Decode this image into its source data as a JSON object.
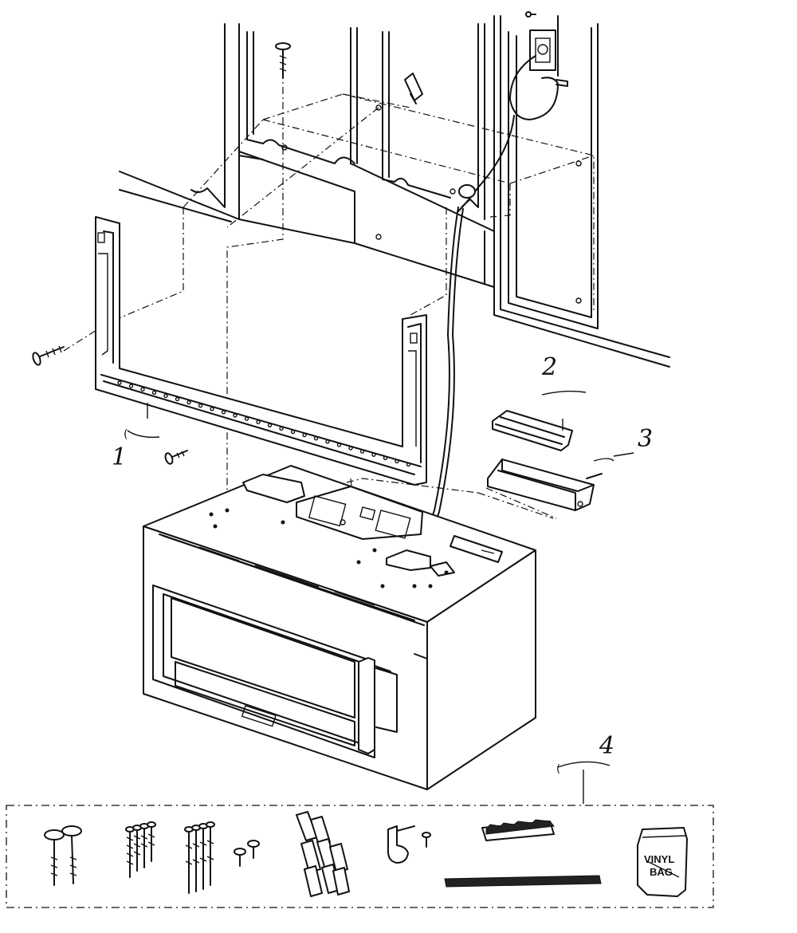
{
  "callouts": {
    "part1": "1",
    "part2": "2",
    "part3": "3",
    "part4": "4"
  },
  "kit": {
    "bag_line1": "VINYL",
    "bag_line2": "BAG"
  }
}
